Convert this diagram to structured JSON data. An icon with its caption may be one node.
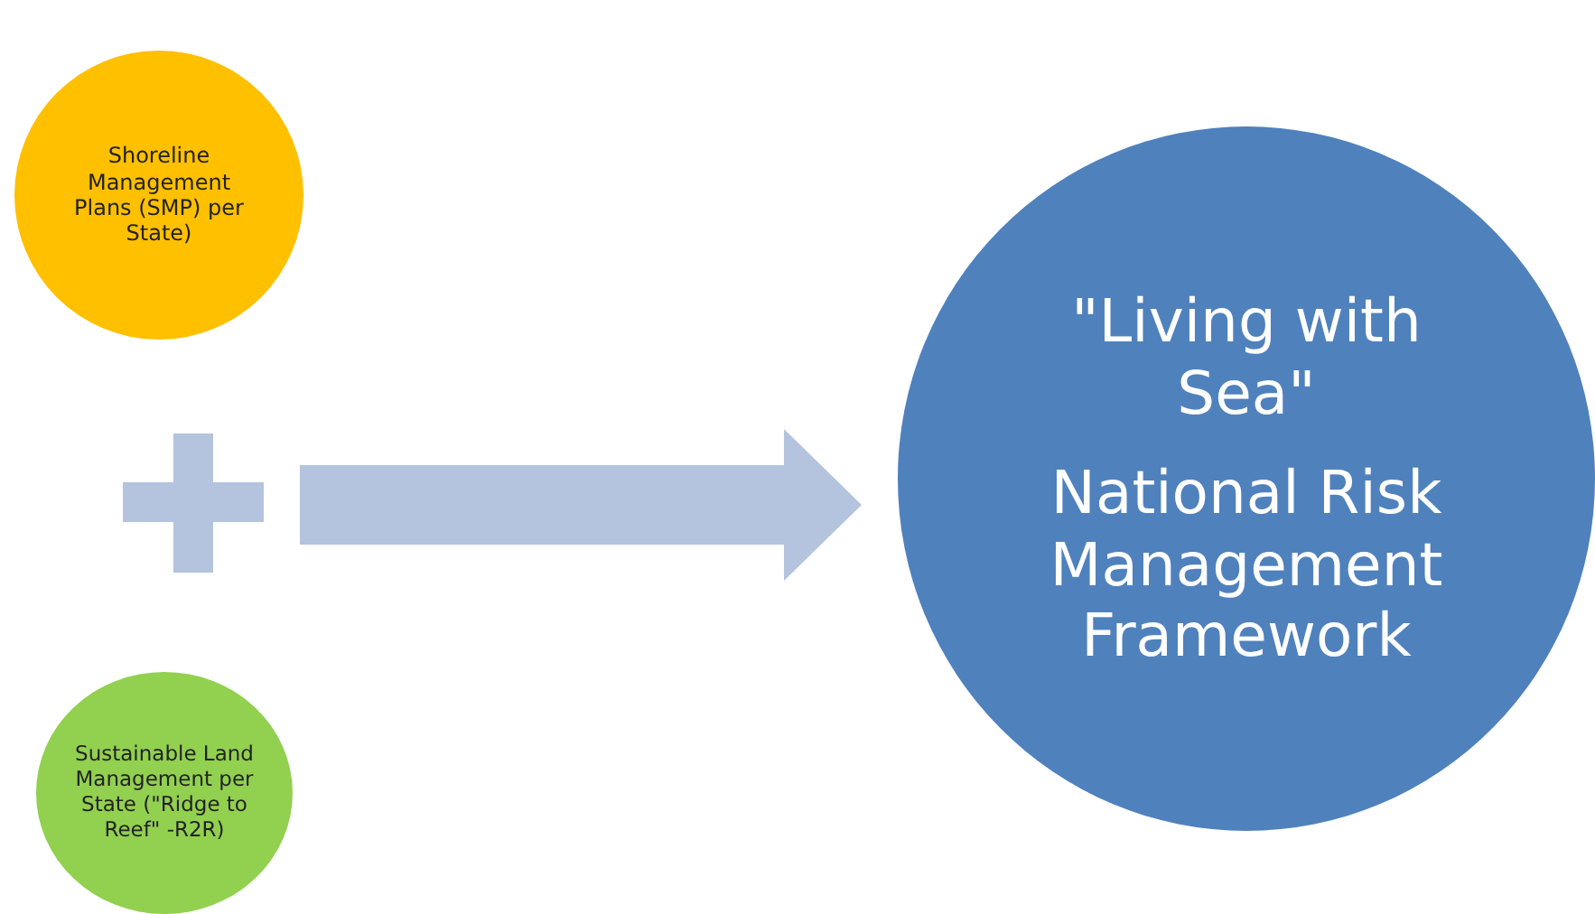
{
  "diagram": {
    "nodes": [
      {
        "text": [
          "Shoreline Management Plans (SMP) per State)"
        ]
      },
      {
        "text": [],
        "shape": "plus"
      },
      {
        "text": [
          "Sustainable Land Management per State (\"Ridge to Reef\" -R2R)"
        ]
      },
      {
        "text": [
          "\"Living with Sea\"",
          "National Risk Management Framework"
        ]
      }
    ],
    "edges": [
      {
        "from": 1,
        "to": 3,
        "arrow": "to"
      }
    ]
  }
}
